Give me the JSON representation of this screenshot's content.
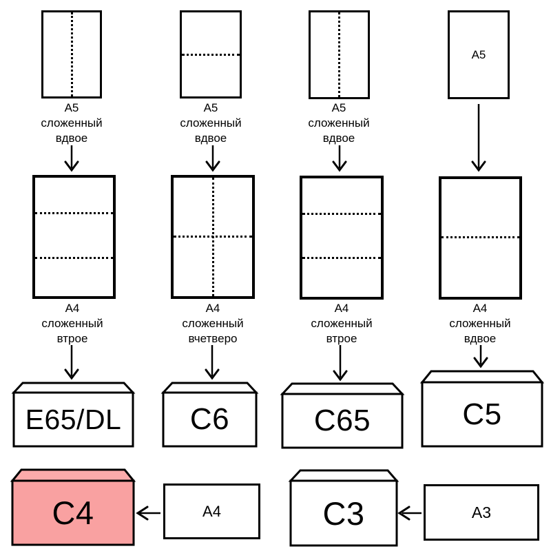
{
  "colors": {
    "line": "#000000",
    "paper_fill": "#ffffff",
    "c4_flap_fill": "#fbabab",
    "c4_body_fill": "#f9a1a1"
  },
  "top_row": {
    "papers": [
      {
        "fold": "folded-in-half-vertical"
      },
      {
        "fold": "folded-in-half-horizontal"
      },
      {
        "fold": "folded-in-half-vertical"
      },
      {
        "fold": "unfolded",
        "inside_label": "A5"
      }
    ],
    "labels": [
      "A5\nсложенный\nвдвое",
      "A5\nсложенный\nвдвое",
      "A5\nсложенный\nвдвое"
    ]
  },
  "middle_row": {
    "papers": [
      {
        "fold": "folded-in-thirds-horizontal"
      },
      {
        "fold": "folded-in-quarters-cross"
      },
      {
        "fold": "folded-in-thirds-horizontal"
      },
      {
        "fold": "folded-in-half-horizontal"
      }
    ],
    "labels": [
      "A4\nсложенный\nвтрое",
      "A4\nсложенный\nвчетверо",
      "A4\nсложенный\nвтрое",
      "A4\nсложенный\nвдвое"
    ]
  },
  "envelopes": {
    "e65dl": "E65/DL",
    "c6": "C6",
    "c65": "C65",
    "c5": "C5",
    "c4": "C4",
    "c3": "C3"
  },
  "bottom_sheets": {
    "a4": "A4",
    "a3": "A3"
  }
}
